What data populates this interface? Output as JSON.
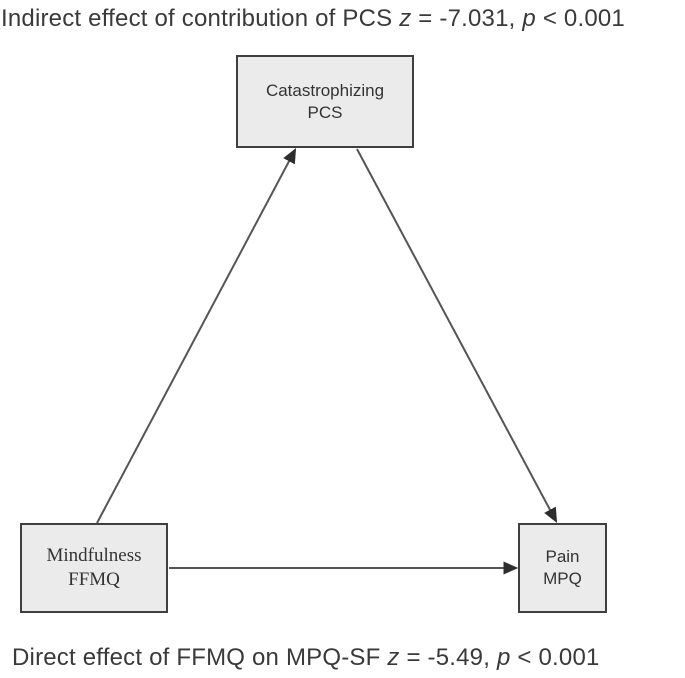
{
  "diagram": {
    "caption_top": {
      "prefix": "Indirect effect of contribution of PCS ",
      "z_var": "z",
      "z_stat": " = -7.031, ",
      "p_var": "p",
      "p_stat": " < 0.001"
    },
    "caption_bottom": {
      "prefix": "Direct effect of FFMQ on MPQ-SF ",
      "z_var": "z",
      "z_stat": " = -5.49, ",
      "p_var": "p",
      "p_stat": " < 0.001"
    },
    "nodes": {
      "mediator": {
        "line1": "Catastrophizing",
        "line2": "PCS"
      },
      "predictor": {
        "line1": "Mindfulness",
        "line2": "FFMQ"
      },
      "outcome": {
        "line1": "Pain",
        "line2": "MPQ"
      }
    },
    "arrows": {
      "predictor_to_mediator": "FFMQ to PCS",
      "mediator_to_outcome": "PCS to MPQ",
      "predictor_to_outcome": "FFMQ to MPQ"
    },
    "colors": {
      "box_fill": "#ebebeb",
      "box_border": "#3f3f3f",
      "arrow_line": "#555555",
      "arrow_head": "#2e2e2e",
      "text": "#3a3a3a"
    }
  }
}
